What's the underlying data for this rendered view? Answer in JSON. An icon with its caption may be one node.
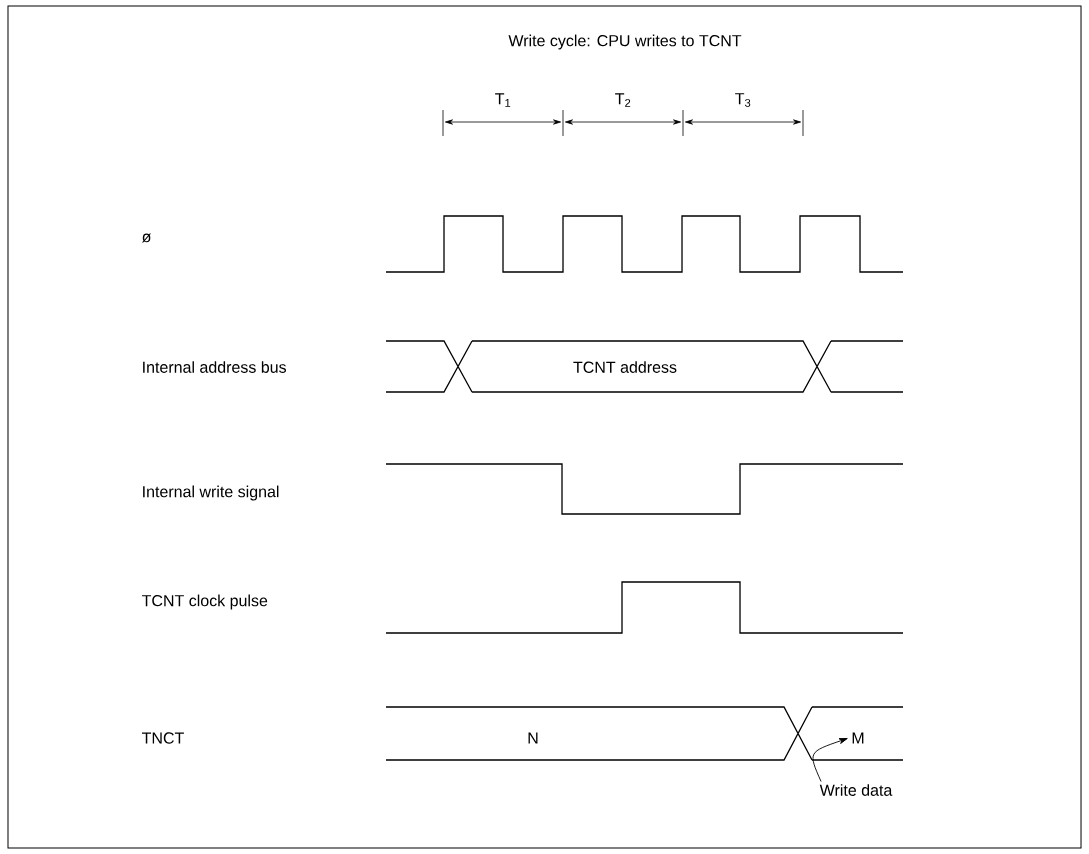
{
  "diagram": {
    "title": "Write cycle: CPU writes to TCNT",
    "nodes": [
      {
        "text": [
          "Write data"
        ]
      },
      {
        "text": [
          "M"
        ]
      }
    ],
    "edges": [
      {
        "from": 0,
        "to": 1,
        "arrow": "to"
      }
    ],
    "labels": [
      "T$_{1}$",
      "T$_{2}$",
      "T$_{3}$",
      "ø",
      "Internal address bus",
      "TCNT address",
      "Internal write signal",
      "TCNT clock pulse",
      "TNCT",
      "N"
    ]
  }
}
